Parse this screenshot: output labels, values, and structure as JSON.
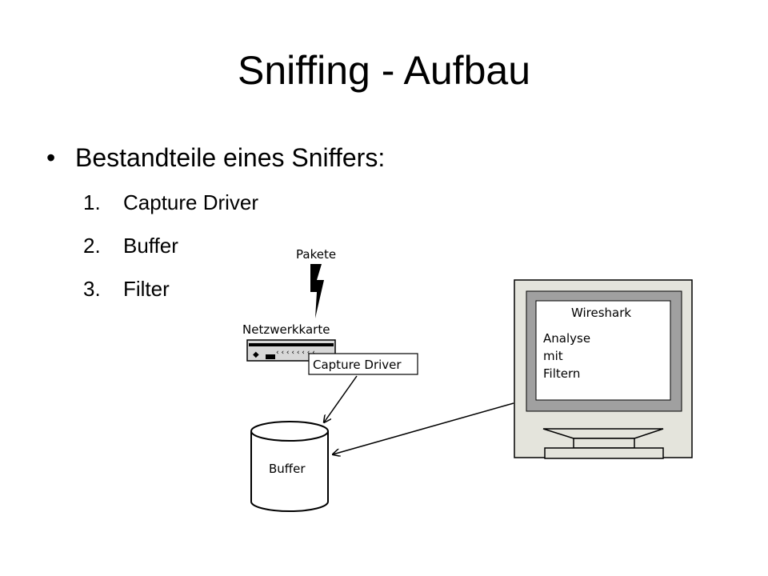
{
  "slide": {
    "title": "Sniffing - Aufbau",
    "bullet": {
      "marker": "•",
      "text": "Bestandteile eines Sniffers:"
    },
    "numbered": [
      {
        "num": "1.",
        "text": "Capture Driver"
      },
      {
        "num": "2.",
        "text": "Buffer"
      },
      {
        "num": "3.",
        "text": "Filter"
      }
    ]
  },
  "diagram": {
    "packets_label": "Pakete",
    "nic_label": "Netzwerkkarte",
    "capture_driver_label": "Capture Driver",
    "buffer_label": "Buffer",
    "monitor": {
      "app_name": "Wireshark",
      "lines": [
        "Analyse",
        "mit",
        "Filtern"
      ]
    }
  }
}
